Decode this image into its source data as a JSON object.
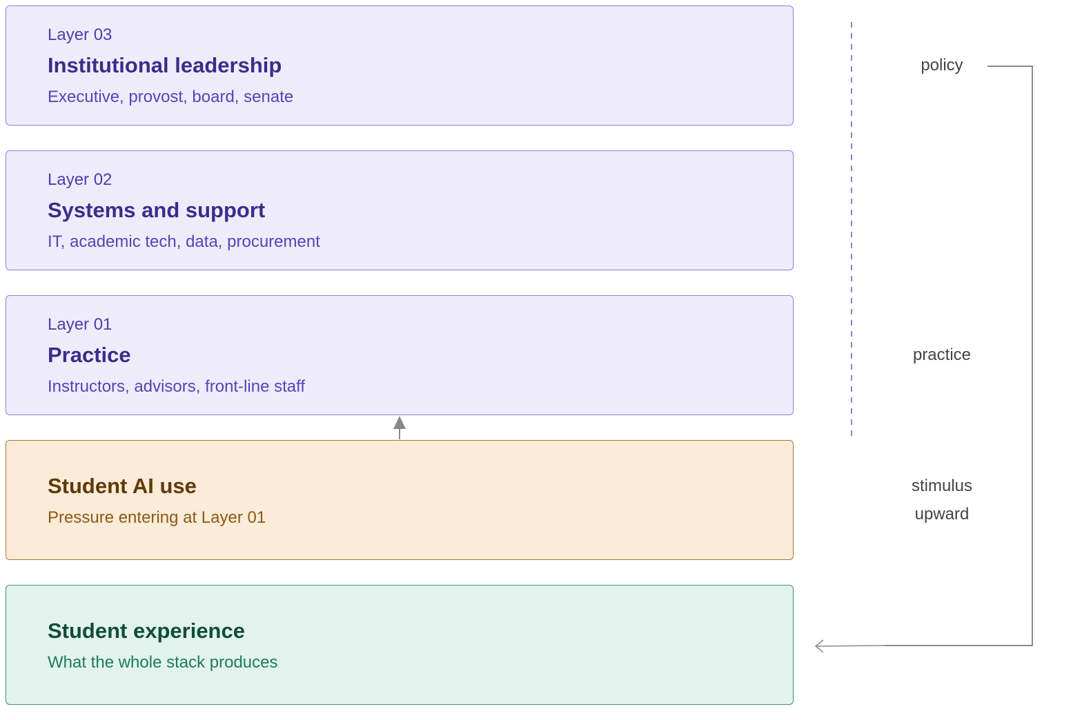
{
  "layers": [
    {
      "eyebrow": "Layer 03",
      "title": "Institutional leadership",
      "subtitle": "Executive, provost, board, senate"
    },
    {
      "eyebrow": "Layer 02",
      "title": "Systems and support",
      "subtitle": "IT, academic tech, data, procurement"
    },
    {
      "eyebrow": "Layer 01",
      "title": "Practice",
      "subtitle": "Instructors, advisors, front-line staff"
    }
  ],
  "student_ai": {
    "title": "Student AI use",
    "subtitle": "Pressure entering at Layer 01"
  },
  "student_experience": {
    "title": "Student experience",
    "subtitle": "What the whole stack produces"
  },
  "side_labels": {
    "policy": "policy",
    "practice": "practice",
    "stimulus_line1": "stimulus",
    "stimulus_line2": "upward"
  },
  "colors": {
    "layer_fill": "#eeecfb",
    "layer_border": "#8b80d9",
    "ai_fill": "#fbebd9",
    "ai_border": "#a57a36",
    "experience_fill": "#e1f3ec",
    "experience_border": "#3a9474",
    "connector": "#888888",
    "dashed_line": "#8b80d9"
  }
}
